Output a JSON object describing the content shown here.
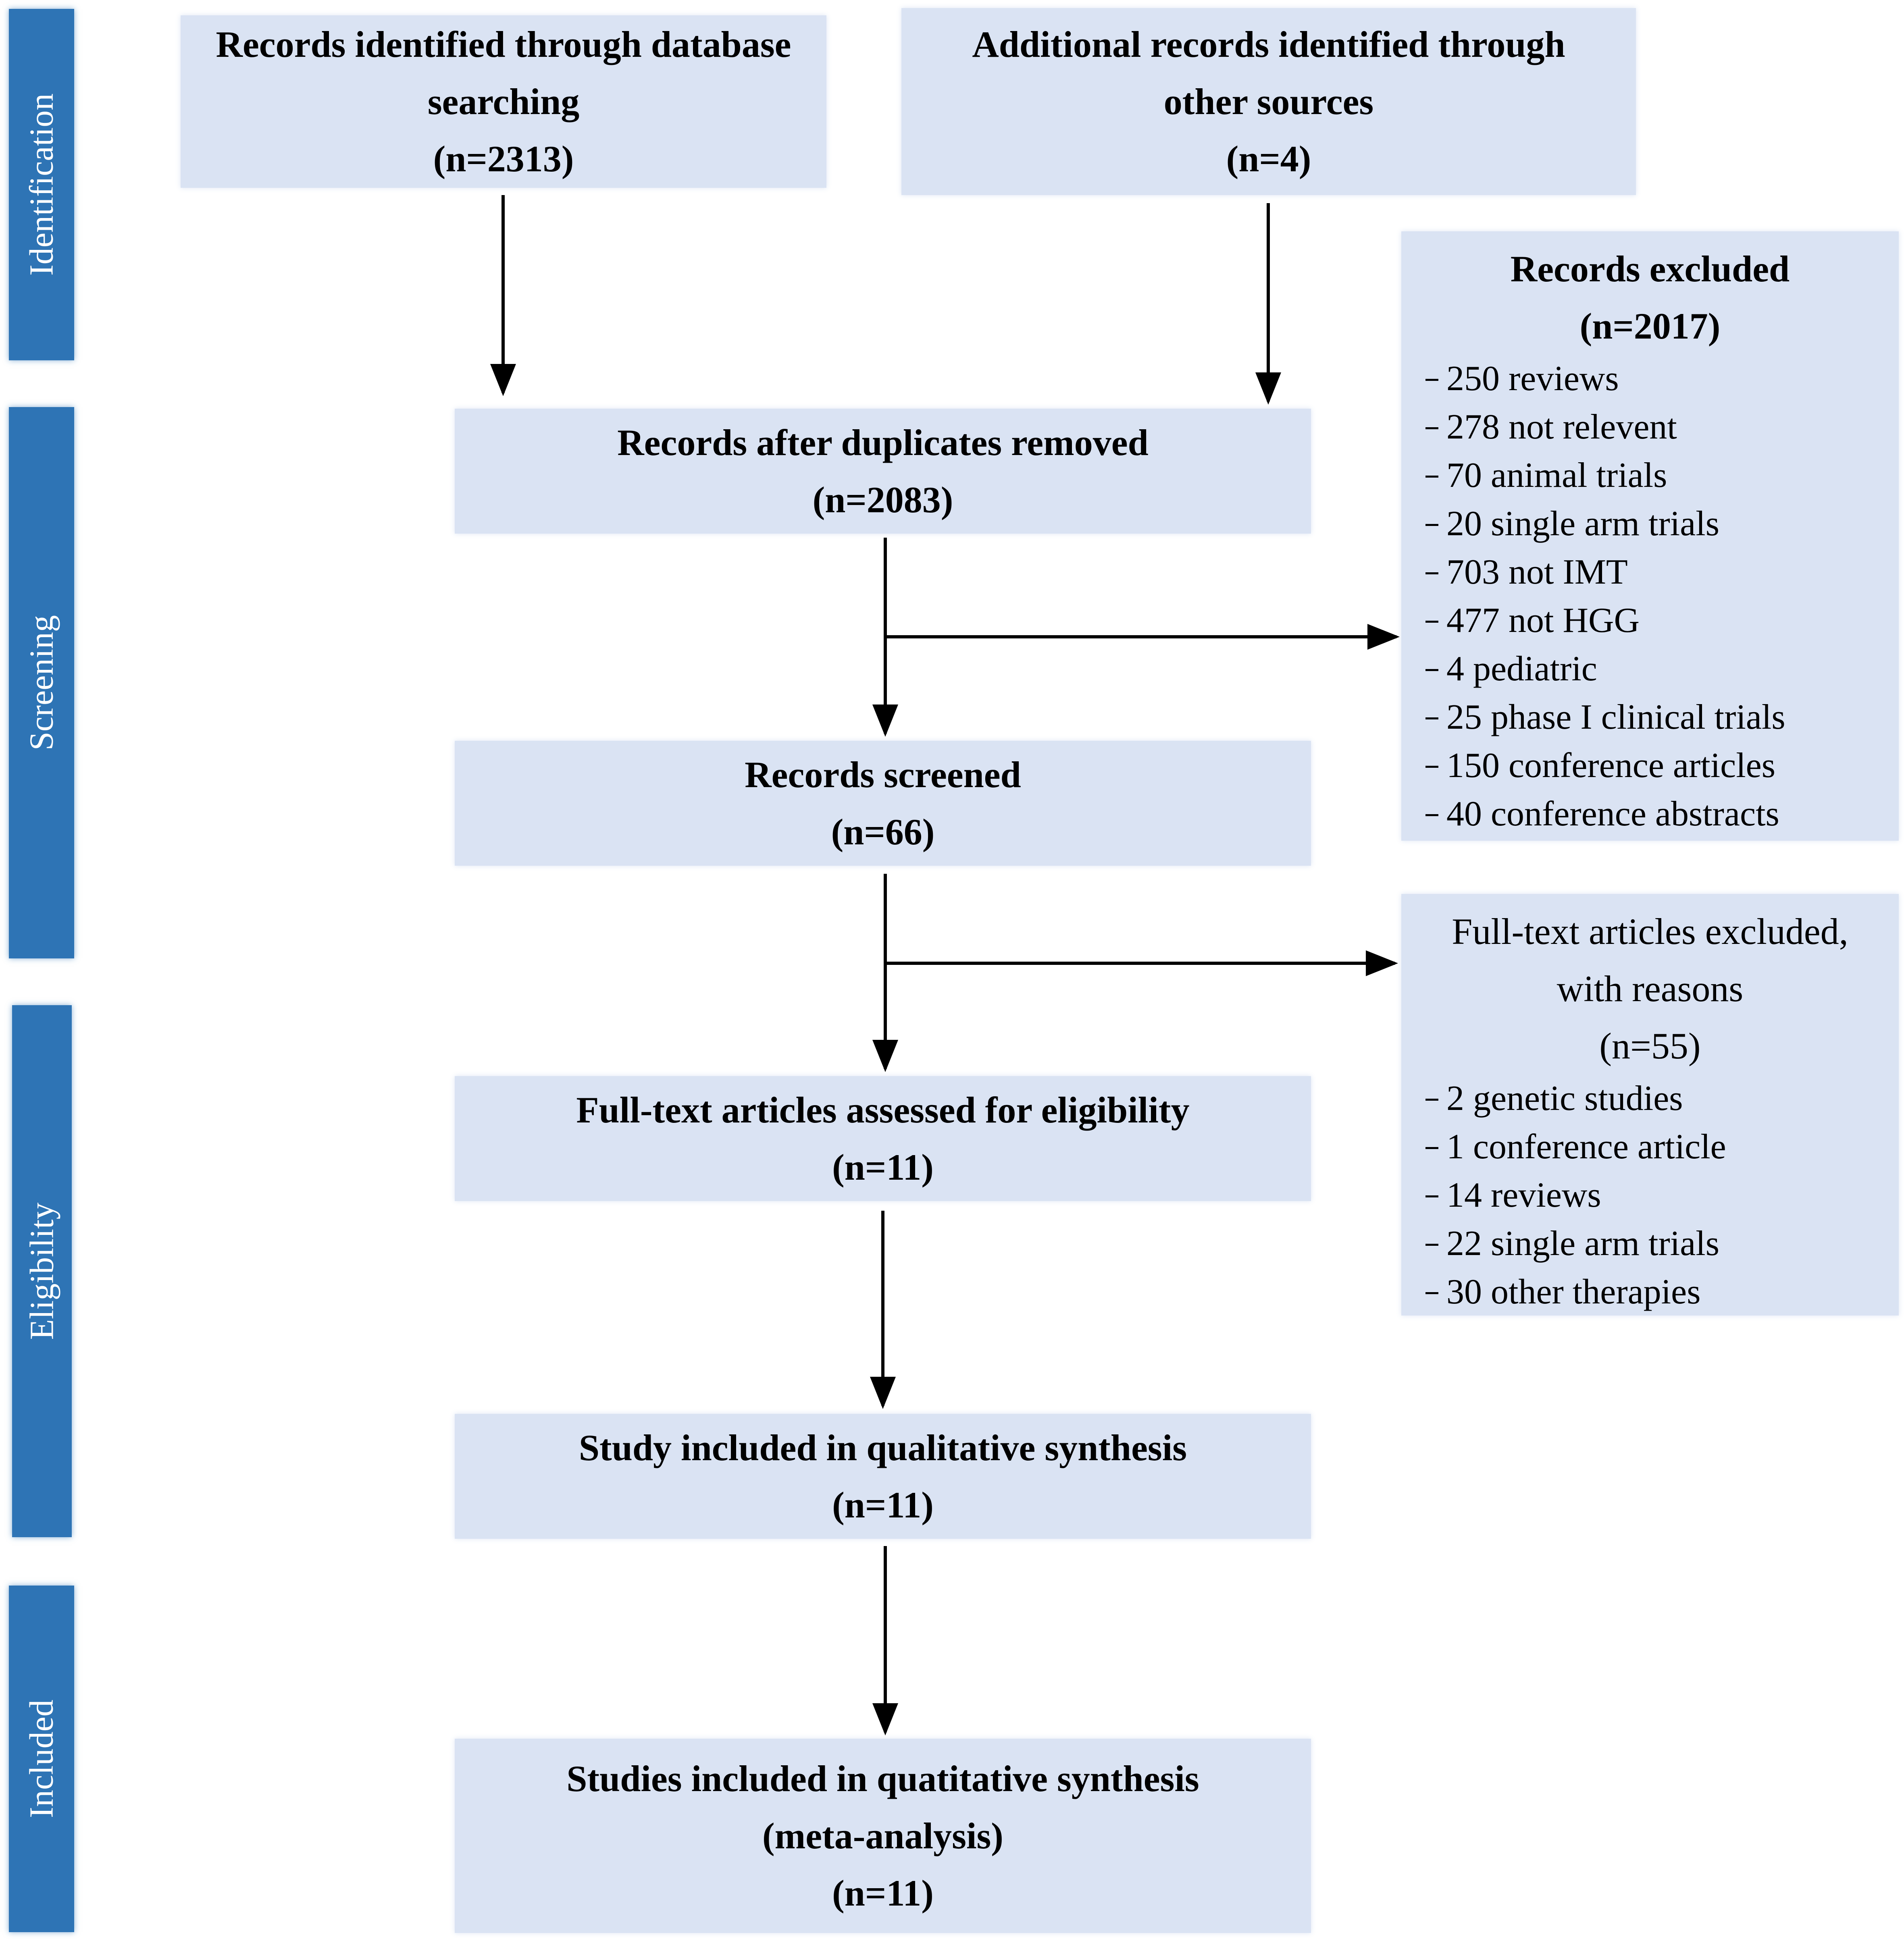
{
  "phases": [
    {
      "id": "identification",
      "label": "Identification"
    },
    {
      "id": "screening",
      "label": "Screening"
    },
    {
      "id": "eligibility",
      "label": "Eligibility"
    },
    {
      "id": "included",
      "label": "Included"
    }
  ],
  "boxes": {
    "database": {
      "lines": [
        "Records identified through database",
        "searching",
        "(n=2313)"
      ]
    },
    "other_sources": {
      "lines": [
        "Additional records identified through",
        "other sources",
        "(n=4)"
      ]
    },
    "duplicates_removed": {
      "lines": [
        "Records after duplicates removed",
        "(n=2083)"
      ]
    },
    "screened": {
      "lines": [
        "Records screened",
        "(n=66)"
      ]
    },
    "fulltext_assessed": {
      "lines": [
        "Full-text articles assessed for eligibility",
        "(n=11)"
      ]
    },
    "qualitative": {
      "lines": [
        "Study included in qualitative synthesis",
        "(n=11)"
      ]
    },
    "quantitative": {
      "lines": [
        "Studies included in quatitative synthesis",
        "(meta-analysis)",
        "(n=11)"
      ]
    }
  },
  "records_excluded": {
    "title": "Records excluded",
    "count": "(n=2017)",
    "items": [
      "250 reviews",
      "278 not relevent",
      "70 animal trials",
      "20 single arm trials",
      "703 not IMT",
      "477 not HGG",
      "4 pediatric",
      "25 phase I clinical trials",
      "150 conference articles",
      "40 conference abstracts"
    ]
  },
  "fulltext_excluded": {
    "title_line1": "Full-text articles excluded,",
    "title_line2": "with reasons",
    "count": "(n=55)",
    "items": [
      "2 genetic studies",
      "1 conference article",
      "14 reviews",
      "22 single arm trials",
      "30 other therapies"
    ]
  }
}
